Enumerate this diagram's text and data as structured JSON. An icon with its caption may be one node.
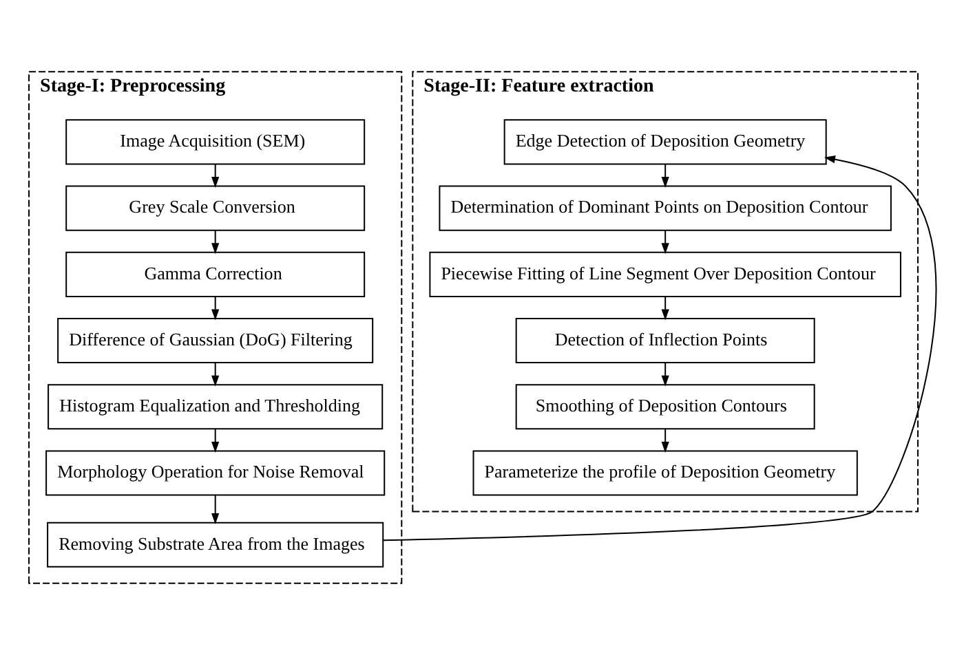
{
  "diagram": {
    "nodes": [
      {
        "text": [
          "Stage-I: Preprocessing"
        ]
      },
      {
        "text": [
          "Image Acquisition (SEM)"
        ],
        "in": 0
      },
      {
        "text": [
          "Grey Scale Conversion"
        ],
        "in": 0
      },
      {
        "text": [
          "Gamma Correction"
        ],
        "in": 0
      },
      {
        "text": [
          "Difference of Gaussian (DoG) Filtering"
        ],
        "in": 0
      },
      {
        "text": [
          "Histogram Equalization and Thresholding"
        ],
        "in": 0
      },
      {
        "text": [
          "Morphology Operation for Noise Removal"
        ],
        "in": 0
      },
      {
        "text": [
          "Removing Substrate Area from the Images"
        ],
        "in": 0
      },
      {
        "text": [
          "Stage-II: Feature extraction"
        ]
      },
      {
        "text": [
          "Edge Detection of Deposition Geometry"
        ],
        "in": 8
      },
      {
        "text": [
          "Determination of Dominant Points on Deposition Contour"
        ],
        "in": 8
      },
      {
        "text": [
          "Piecewise Fitting of Line Segment Over Deposition Contour"
        ],
        "in": 8
      },
      {
        "text": [
          "Detection of Inflection Points"
        ],
        "in": 8
      },
      {
        "text": [
          "Smoothing of Deposition Contours"
        ],
        "in": 8
      },
      {
        "text": [
          "Parameterize the profile of Deposition Geometry"
        ],
        "in": 8
      }
    ],
    "edges": [
      {
        "from": 1,
        "to": 2,
        "arrow": "to"
      },
      {
        "from": 2,
        "to": 3,
        "arrow": "to"
      },
      {
        "from": 3,
        "to": 4,
        "arrow": "to"
      },
      {
        "from": 4,
        "to": 5,
        "arrow": "to"
      },
      {
        "from": 5,
        "to": 6,
        "arrow": "to"
      },
      {
        "from": 6,
        "to": 7,
        "arrow": "to"
      },
      {
        "from": 7,
        "to": 9,
        "arrow": "to"
      },
      {
        "from": 9,
        "to": 10,
        "arrow": "to"
      },
      {
        "from": 10,
        "to": 11,
        "arrow": "to"
      },
      {
        "from": 11,
        "to": 12,
        "arrow": "to"
      },
      {
        "from": 12,
        "to": 13,
        "arrow": "to"
      },
      {
        "from": 13,
        "to": 14,
        "arrow": "to"
      }
    ]
  }
}
